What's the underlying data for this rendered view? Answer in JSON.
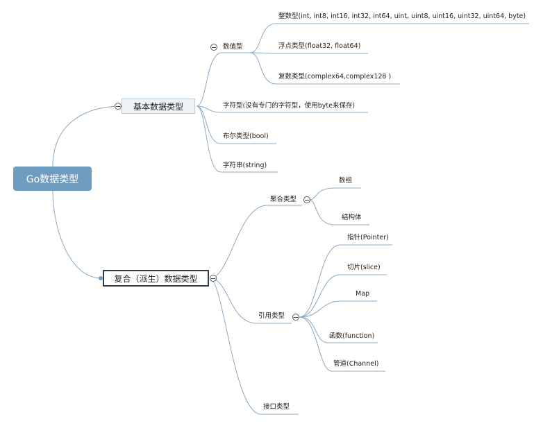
{
  "root": {
    "label": "Go数据类型"
  },
  "basic": {
    "label": "基本数据类型",
    "numeric": {
      "label": "数值型",
      "children": [
        "整数型(int, int8, int16, int32, int64, uint, uint8, uint16, uint32, uint64, byte)",
        "浮点类型(float32, float64)",
        "复数类型(complex64,complex128 )"
      ]
    },
    "others": [
      "字符型(没有专门的字符型，使用byte来保存)",
      "布尔类型(bool)",
      "字符串(string)"
    ]
  },
  "composite": {
    "label": "复合（派生）数据类型",
    "aggregate": {
      "label": "聚合类型",
      "children": [
        "数组",
        "结构体"
      ]
    },
    "reference": {
      "label": "引用类型",
      "children": [
        "指针(Pointer)",
        "切片(slice)",
        "Map",
        "函数(function)",
        "管道(Channel)"
      ]
    },
    "interface": {
      "label": "接口类型"
    }
  },
  "colors": {
    "line": "#8aa8c0",
    "root_fill": "#6f9dbf",
    "selected_border": "#2e3b44"
  }
}
